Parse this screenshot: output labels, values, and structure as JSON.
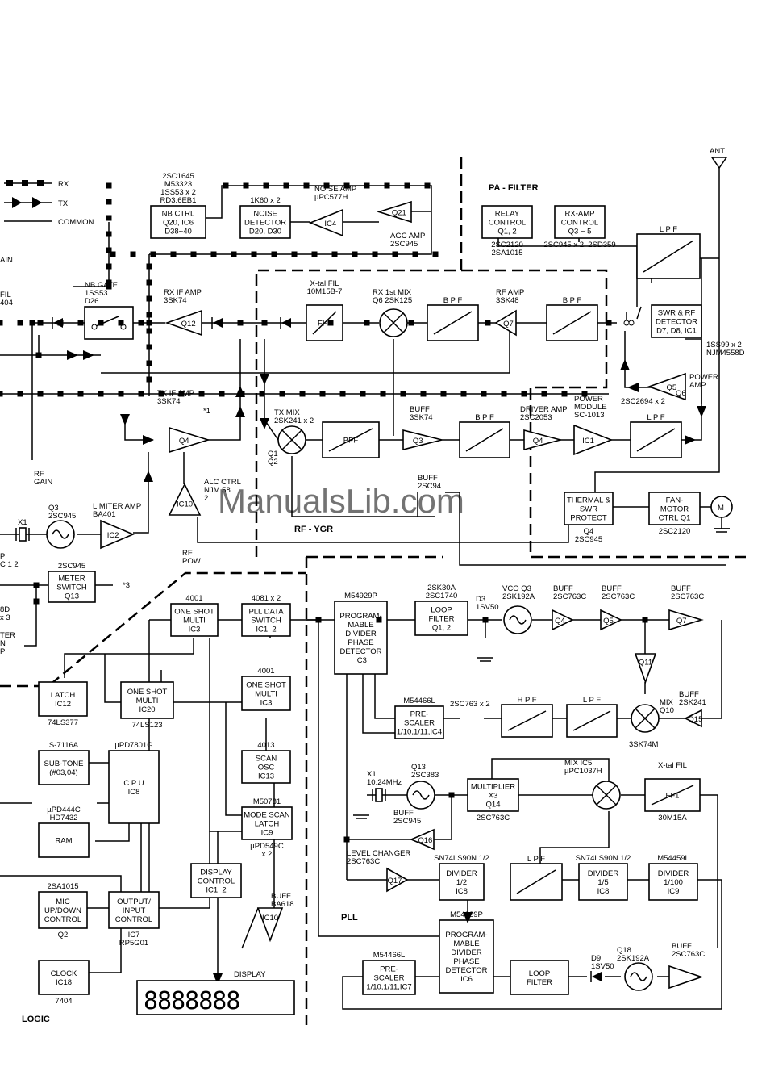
{
  "sections": {
    "pa_filter": "PA - FILTER",
    "rf_ygr": "RF - YGR",
    "pll": "PLL",
    "logic": "LOGIC",
    "ant": "ANT"
  },
  "legend": {
    "rx": "RX",
    "tx": "TX",
    "common": "COMMON"
  },
  "watermark": "ManualsLib.com",
  "blocks": [
    {
      "id": "nb-ctrl",
      "lines": [
        "NB CTRL",
        "Q20, IC6",
        "D38~40"
      ],
      "above": [
        "2SC1645",
        "M53323",
        "1SS53 x 2",
        "RD3.6EB1"
      ]
    },
    {
      "id": "noise-detector",
      "lines": [
        "NOISE",
        "DETECTOR",
        "D20, D30"
      ],
      "above": [
        "1K60 x 2"
      ]
    },
    {
      "id": "relay-control",
      "lines": [
        "RELAY",
        "CONTROL",
        "Q1, 2"
      ],
      "below": [
        "2SC2120",
        "2SA1015"
      ]
    },
    {
      "id": "rx-amp-control",
      "lines": [
        "RX-AMP",
        "CONTROL",
        "Q3 ~ 5"
      ],
      "below": [
        "2SC945 x 2, 2SD359"
      ]
    },
    {
      "id": "xtal-fil-rx",
      "lines": [
        "FI-1"
      ],
      "above": [
        "X-tal FIL",
        "10M15B-7"
      ]
    },
    {
      "id": "bpf-rx1",
      "lines": [
        "B P F"
      ]
    },
    {
      "id": "bpf-rx2",
      "lines": [
        "B P F"
      ]
    },
    {
      "id": "lpf-pa",
      "lines": [
        "L P F"
      ]
    },
    {
      "id": "swr-rf-detector",
      "lines": [
        "SWR & RF",
        "DETECTOR",
        "D7, D8, IC1"
      ],
      "right": [
        "1SS99 x 2",
        "NJM4558D"
      ]
    },
    {
      "id": "bpf-tx1",
      "lines": [
        "BPF"
      ]
    },
    {
      "id": "bpf-tx2",
      "lines": [
        "B P F"
      ]
    },
    {
      "id": "lpf-tx",
      "lines": [
        "L P F"
      ]
    },
    {
      "id": "thermal-swr",
      "lines": [
        "THERMAL &",
        "SWR",
        "PROTECT"
      ],
      "below": [
        "Q4",
        "2SC945"
      ]
    },
    {
      "id": "fan-motor",
      "lines": [
        "FAN-",
        "MOTOR",
        "CTRL Q1"
      ],
      "below": [
        "2SC2120"
      ]
    },
    {
      "id": "meter-switch",
      "lines": [
        "METER",
        "SWITCH",
        "Q13"
      ],
      "above": [
        "2SC945"
      ]
    },
    {
      "id": "one-shot-ic3a",
      "lines": [
        "ONE SHOT",
        "MULTI",
        "IC3"
      ],
      "above": [
        "4001"
      ]
    },
    {
      "id": "pll-data-switch",
      "lines": [
        "PLL DATA",
        "SWITCH",
        "IC1, 2"
      ],
      "above": [
        "4081 x 2"
      ]
    },
    {
      "id": "latch",
      "lines": [
        "LATCH",
        "IC12"
      ],
      "below": [
        "74LS377"
      ]
    },
    {
      "id": "one-shot-ic20",
      "lines": [
        "ONE SHOT",
        "MULTI",
        "IC20"
      ],
      "below": [
        "74LS123"
      ]
    },
    {
      "id": "one-shot-ic3b",
      "lines": [
        "ONE SHOT",
        "MULTI",
        "IC3"
      ],
      "above": [
        "4001"
      ]
    },
    {
      "id": "sub-tone",
      "lines": [
        "SUB-TONE",
        "(#03,04)"
      ],
      "above": [
        "S-7116A"
      ]
    },
    {
      "id": "cpu",
      "lines": [
        "C P U",
        "IC8"
      ],
      "above": [
        "µPD7801G"
      ]
    },
    {
      "id": "scan-osc",
      "lines": [
        "SCAN",
        "OSC",
        "IC13"
      ],
      "above": [
        "4013"
      ]
    },
    {
      "id": "mode-scan-latch",
      "lines": [
        "MODE SCAN",
        "LATCH",
        "IC9"
      ],
      "above": [
        "M50781"
      ],
      "below": [
        "µPD549C",
        "x 2"
      ]
    },
    {
      "id": "ram",
      "lines": [
        "RAM"
      ],
      "above": [
        "µPD444C",
        "HD7432"
      ]
    },
    {
      "id": "display-control",
      "lines": [
        "DISPLAY",
        "CONTROL",
        "IC1, 2"
      ]
    },
    {
      "id": "mic-updown",
      "lines": [
        "MIC",
        "UP/DOWN",
        "CONTROL"
      ],
      "above": [
        "2SA1015"
      ],
      "below": [
        "Q2"
      ]
    },
    {
      "id": "io-control",
      "lines": [
        "OUTPUT/",
        "INPUT",
        "CONTROL"
      ],
      "below": [
        "IC7",
        "RP5G01"
      ]
    },
    {
      "id": "clock",
      "lines": [
        "CLOCK",
        "IC18"
      ],
      "below": [
        "7404"
      ]
    },
    {
      "id": "prog-divider-ic3",
      "lines": [
        "PROGRAM-",
        "MABLE",
        "DIVIDER",
        "PHASE",
        "DETECTOR",
        "IC3"
      ],
      "above": [
        "M54929P"
      ]
    },
    {
      "id": "loop-filter-1",
      "lines": [
        "LOOP",
        "FILTER",
        "Q1, 2"
      ],
      "above": [
        "2SK30A",
        "2SC1740"
      ]
    },
    {
      "id": "pre-scaler-ic4",
      "lines": [
        "PRE-",
        "SCALER",
        "1/10,1/11,IC4"
      ],
      "above": [
        "M54466L"
      ]
    },
    {
      "id": "hpf",
      "lines": [
        "H P F"
      ]
    },
    {
      "id": "lpf-pll1",
      "lines": [
        "L P F"
      ]
    },
    {
      "id": "multiplier",
      "lines": [
        "MULTIPLIER",
        "X3",
        "Q14"
      ],
      "below": [
        "2SC763C"
      ]
    },
    {
      "id": "xtal-fil-pll",
      "lines": [
        "FI-1"
      ],
      "above": [
        "X-tal  FIL"
      ],
      "below": [
        "30M15A"
      ]
    },
    {
      "id": "lpf-pll2",
      "lines": [
        "L P F"
      ]
    },
    {
      "id": "divider-half",
      "lines": [
        "DIVIDER",
        "1/2",
        "IC8"
      ],
      "above": [
        "SN74LS90N 1/2"
      ]
    },
    {
      "id": "divider-fifth",
      "lines": [
        "DIVIDER",
        "1/5",
        "IC8"
      ],
      "above": [
        "SN74LS90N 1/2"
      ]
    },
    {
      "id": "divider-hundredth",
      "lines": [
        "DIVIDER",
        "1/100",
        "IC9"
      ],
      "above": [
        "M54459L"
      ]
    },
    {
      "id": "prog-divider-ic6",
      "lines": [
        "PROGRAM-",
        "MABLE",
        "DIVIDER",
        "PHASE",
        "DETECTOR",
        "IC6"
      ],
      "above": [
        "M54929P"
      ]
    },
    {
      "id": "pre-scaler-ic7",
      "lines": [
        "PRE-",
        "SCALER",
        "1/10,1/11,IC7"
      ],
      "above": [
        "M54466L"
      ]
    },
    {
      "id": "loop-filter-2",
      "lines": [
        "LOOP",
        "FILTER"
      ]
    }
  ],
  "labels": [
    {
      "id": "noise-amp",
      "text": [
        "NOISE AMP",
        "µPC577H"
      ]
    },
    {
      "id": "agc-amp",
      "text": [
        "AGC  AMP",
        "2SC945"
      ]
    },
    {
      "id": "nb-gate",
      "text": [
        "NB GATE",
        "1SS53",
        "D26"
      ]
    },
    {
      "id": "rx-if-amp",
      "text": [
        "RX IF AMP",
        "3SK74"
      ]
    },
    {
      "id": "rx-1st-mix",
      "text": [
        "RX 1st MIX",
        "Q6 2SK125"
      ]
    },
    {
      "id": "rf-amp",
      "text": [
        "RF  AMP",
        "3SK48"
      ]
    },
    {
      "id": "tx-if-amp",
      "text": [
        "TX IF AMP",
        "3SK74"
      ]
    },
    {
      "id": "tx-mix",
      "text": [
        "TX MIX",
        "2SK241 x 2"
      ]
    },
    {
      "id": "q1q2",
      "text": [
        "Q1",
        "Q2"
      ]
    },
    {
      "id": "buff-q3",
      "text": [
        "BUFF",
        "3SK74"
      ]
    },
    {
      "id": "driver-amp",
      "text": [
        "DRIVER AMP",
        "2SC2053"
      ]
    },
    {
      "id": "power-module",
      "text": [
        "POWER",
        "MODULE",
        "SC-1013"
      ]
    },
    {
      "id": "power-amp",
      "text": [
        "POWER",
        "AMP"
      ]
    },
    {
      "id": "q5q6",
      "text": [
        "2SC2694 x 2"
      ]
    },
    {
      "id": "buff-2sc",
      "text": [
        "BUFF",
        "2SC94"
      ]
    },
    {
      "id": "alc-ctrl",
      "text": [
        "ALC CTRL",
        "NJM 58",
        "2"
      ]
    },
    {
      "id": "rf-gain",
      "text": [
        "RF",
        "GAIN"
      ]
    },
    {
      "id": "rf-pow",
      "text": [
        "RF",
        "POW"
      ]
    },
    {
      "id": "limiter-amp",
      "text": [
        "LIMITER AMP",
        "BA401"
      ]
    },
    {
      "id": "q3-osc",
      "text": [
        "Q3",
        "2SC945"
      ]
    },
    {
      "id": "x1-left",
      "text": [
        "X1"
      ]
    },
    {
      "id": "vco-q3",
      "text": [
        "VCO Q3",
        "2SK192A"
      ]
    },
    {
      "id": "d3",
      "text": [
        "D3",
        "1SV50"
      ]
    },
    {
      "id": "buff-q4",
      "text": [
        "BUFF",
        "2SC763C"
      ]
    },
    {
      "id": "buff-q5",
      "text": [
        "BUFF",
        "2SC763C"
      ]
    },
    {
      "id": "buff-q7",
      "text": [
        "BUFF",
        "2SC763C"
      ]
    },
    {
      "id": "mix-q10",
      "text": [
        "MIX",
        "Q10"
      ]
    },
    {
      "id": "buff-2sk241",
      "text": [
        "BUFF",
        "2SK241"
      ]
    },
    {
      "id": "q8-9",
      "text": [
        "2SC763 x 2"
      ]
    },
    {
      "id": "3sk74m",
      "text": [
        "3SK74M"
      ]
    },
    {
      "id": "x1-pll",
      "text": [
        "X1",
        "10.24MHz"
      ]
    },
    {
      "id": "q13-pll",
      "text": [
        "Q13",
        "2SC383"
      ]
    },
    {
      "id": "buff-q16",
      "text": [
        "BUFF",
        "2SC945"
      ]
    },
    {
      "id": "mix-ic5",
      "text": [
        "MIX  IC5",
        "µPC1037H"
      ]
    },
    {
      "id": "level-changer",
      "text": [
        "LEVEL CHANGER",
        "2SC763C"
      ]
    },
    {
      "id": "d9",
      "text": [
        "D9",
        "1SV50"
      ]
    },
    {
      "id": "q18",
      "text": [
        "Q18",
        "2SK192A"
      ]
    },
    {
      "id": "buff-last",
      "text": [
        "BUFF",
        "2SC763C"
      ]
    },
    {
      "id": "buff-ba618",
      "text": [
        "BUFF",
        "BA618"
      ]
    },
    {
      "id": "display",
      "text": [
        "DISPLAY"
      ]
    },
    {
      "id": "star1",
      "text": [
        "*1"
      ]
    },
    {
      "id": "star3",
      "text": [
        "*3"
      ]
    },
    {
      "id": "left-ain",
      "text": [
        "AIN"
      ]
    },
    {
      "id": "left-fil",
      "text": [
        "FIL",
        "404"
      ]
    },
    {
      "id": "left-p",
      "text": [
        "P",
        "C 1 2"
      ]
    },
    {
      "id": "left-8d",
      "text": [
        "8D",
        "x 3"
      ]
    },
    {
      "id": "left-ter",
      "text": [
        "TER",
        "N",
        "P"
      ]
    }
  ],
  "devices": {
    "q12": "Q12",
    "q7": "Q7",
    "q21": "Q21",
    "ic4": "IC4",
    "q4": "Q4",
    "ic10": "IC10",
    "ic2": "IC2",
    "q3": "Q3",
    "q4b": "Q4",
    "ic1": "IC1",
    "q5q6": [
      "Q5",
      "Q6"
    ],
    "q4p": "Q4",
    "q5p": "Q5",
    "q7p": "Q7",
    "q11": "Q11",
    "q15": "Q15",
    "q16": "Q16",
    "q17": "Q17",
    "ic10b": "IC10",
    "m": "M"
  },
  "display_digits": "8888888"
}
